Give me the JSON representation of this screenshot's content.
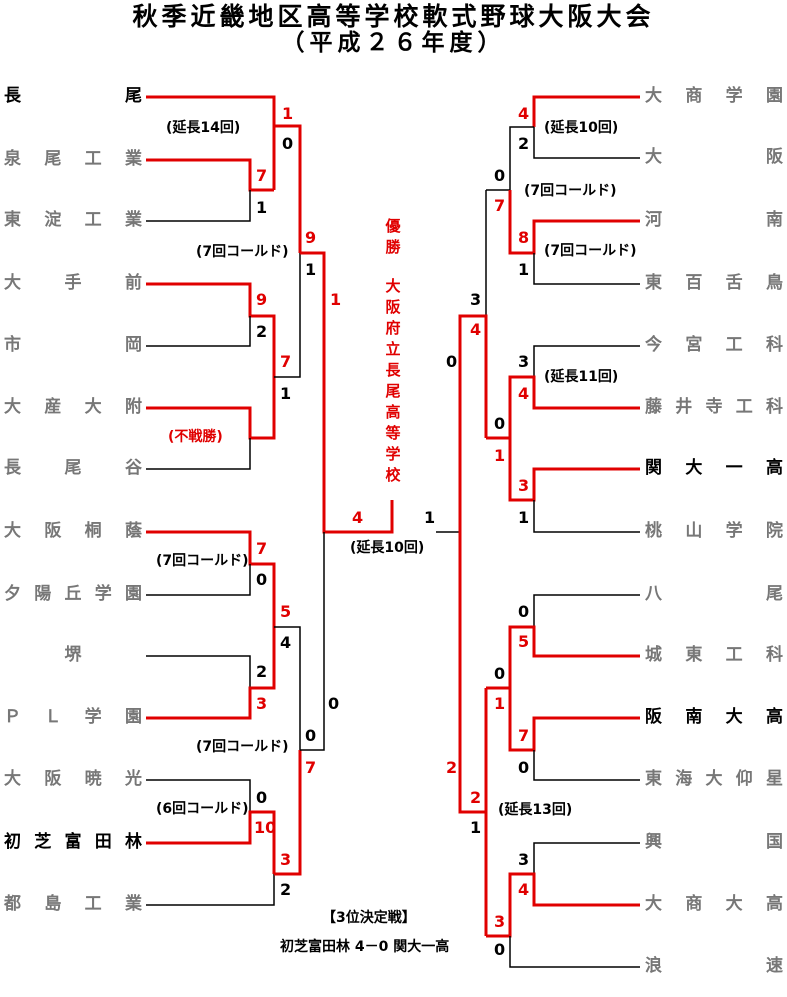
{
  "title": "秋季近畿地区高等学校軟式野球大阪大会",
  "subtitle": "（平成２６年度）",
  "champion": {
    "label": "優勝",
    "school": "大阪府立長尾高等学校"
  },
  "colors": {
    "winner_line": "#e00000",
    "loser_line": "#000000",
    "winner_team": "#000000",
    "loser_team": "#777777"
  },
  "left_teams": [
    {
      "name": "長尾",
      "highlight": true
    },
    {
      "name": "泉尾工業",
      "highlight": false
    },
    {
      "name": "東淀工業",
      "highlight": false
    },
    {
      "name": "大手前",
      "highlight": false
    },
    {
      "name": "市岡",
      "highlight": false
    },
    {
      "name": "大産大附",
      "highlight": false
    },
    {
      "name": "長尾谷",
      "highlight": false
    },
    {
      "name": "大阪桐蔭",
      "highlight": false
    },
    {
      "name": "夕陽丘学園",
      "highlight": false
    },
    {
      "name": "堺",
      "highlight": false
    },
    {
      "name": "ＰＬ学園",
      "highlight": false
    },
    {
      "name": "大阪暁光",
      "highlight": false
    },
    {
      "name": "初芝富田林",
      "highlight": true
    },
    {
      "name": "都島工業",
      "highlight": false
    }
  ],
  "right_teams": [
    {
      "name": "大商学園",
      "highlight": false
    },
    {
      "name": "大阪",
      "highlight": false
    },
    {
      "name": "河南",
      "highlight": false
    },
    {
      "name": "東百舌鳥",
      "highlight": false
    },
    {
      "name": "今宮工科",
      "highlight": false
    },
    {
      "name": "藤井寺工科",
      "highlight": false
    },
    {
      "name": "関大一高",
      "highlight": true
    },
    {
      "name": "桃山学院",
      "highlight": false
    },
    {
      "name": "八尾",
      "highlight": false
    },
    {
      "name": "城東工科",
      "highlight": false
    },
    {
      "name": "阪南大高",
      "highlight": true
    },
    {
      "name": "東海大仰星",
      "highlight": false
    },
    {
      "name": "興国",
      "highlight": false
    },
    {
      "name": "大商大高",
      "highlight": false
    },
    {
      "name": "浪速",
      "highlight": false
    }
  ],
  "scores": {
    "l1_top": "1",
    "l1_bot": "0",
    "l1_note": "(延長14回)",
    "l2_top": "7",
    "l2_bot": "1",
    "l3_top": "9",
    "l3_bot": "1",
    "l3_note": "(7回コールド)",
    "l4_top": "9",
    "l4_bot": "2",
    "l5_top": "7",
    "l5_bot": "1",
    "l6_note": "(不戦勝)",
    "l7_top": "1",
    "l8_top": "7",
    "l8_bot": "0",
    "l8_note": "(7回コールド)",
    "l9_top": "5",
    "l9_bot": "4",
    "l10_top": "2",
    "l10_bot": "3",
    "l11_top": "0",
    "l11_bot": "7",
    "l11_note": "(7回コールド)",
    "l12_top": "0",
    "l12_bot": "10",
    "l12_note": "(6回コールド)",
    "l13_top": "3",
    "l13_bot": "2",
    "l14_top": "0",
    "final_left": "4",
    "final_right": "1",
    "final_note": "(延長10回)",
    "r1_top": "4",
    "r1_bot": "2",
    "r1_note": "(延長10回)",
    "r2_top": "0",
    "r2_bot": "7",
    "r2_note": "(7回コールド)",
    "r3_top": "8",
    "r3_bot": "1",
    "r3_note": "(7回コールド)",
    "r4_top": "3",
    "r5_top": "4",
    "r6_left": "0",
    "r7_top": "3",
    "r7_bot": "4",
    "r7_note": "(延長11回)",
    "r8_top": "0",
    "r8_bot": "1",
    "r9_top": "3",
    "r9_bot": "1",
    "r10_top": "0",
    "r10_bot": "5",
    "r11_top": "0",
    "r11_bot": "1",
    "r12_top": "7",
    "r12_bot": "0",
    "r13_left": "2",
    "r14_top": "2",
    "r14_bot": "1",
    "r14_note": "(延長13回)",
    "r15_top": "3",
    "r15_bot": "4",
    "r16_top": "3",
    "r16_bot": "0"
  },
  "third_place": {
    "heading": "【3位決定戦】",
    "result": "初芝富田林 4－0 関大一高"
  }
}
